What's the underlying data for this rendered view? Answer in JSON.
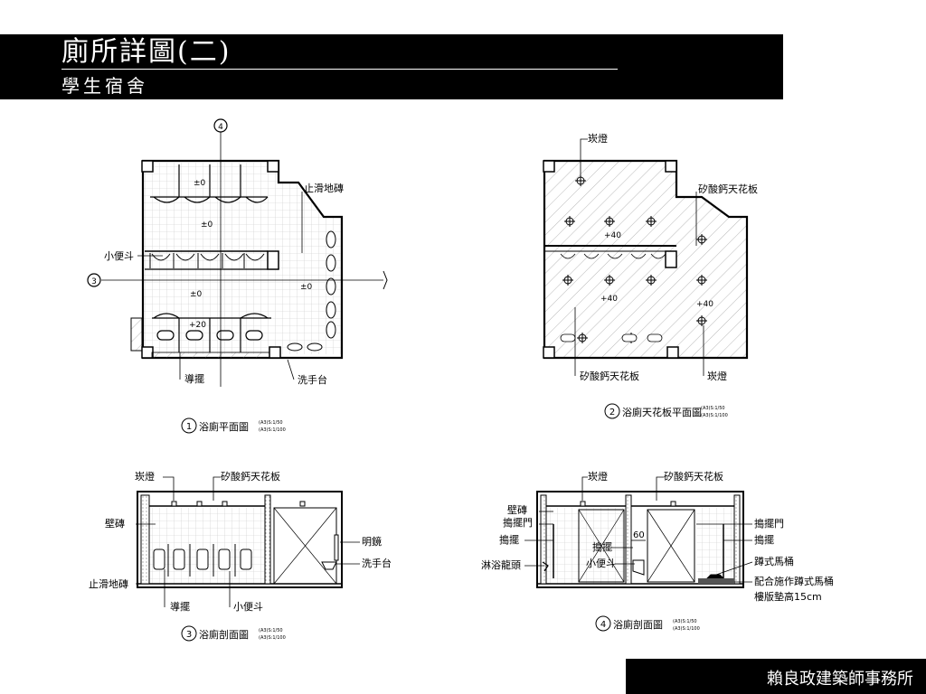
{
  "header": {
    "title": "廁所詳圖(二)",
    "subtitle": "學生宿舍"
  },
  "footer": {
    "firm": "賴良政建築師事務所"
  },
  "plan1": {
    "grid_4": "4",
    "grid_3": "3",
    "label_tile": "止滑地磚",
    "label_urinal": "小便斗",
    "label_partition": "導擺",
    "label_sink": "洗手台",
    "level_a": "±0",
    "level_b": "±0",
    "level_c": "±0",
    "level_d": "±0",
    "level_e": "+20",
    "caption_num": "1",
    "caption": "浴廁平面圖",
    "scale_a3": "(A3)S:1/50",
    "scale_a1": "(A3)S:1/100"
  },
  "plan2": {
    "label_lamp_top": "崁燈",
    "label_ceiling_right": "矽酸鈣天花板",
    "label_ceiling_bottom": "矽酸鈣天花板",
    "label_lamp_bottom": "崁燈",
    "level_a": "+40",
    "level_b": "+40",
    "level_c": "+40",
    "caption_num": "2",
    "caption": "浴廁天花板平面圖",
    "scale_a3": "(A3)S:1/50",
    "scale_a1": "(A3)S:1/100"
  },
  "section3": {
    "label_lamp": "崁燈",
    "label_ceiling": "矽酸鈣天花板",
    "label_wall_tile": "壁磚",
    "label_floor_tile": "止滑地磚",
    "label_partition": "導擺",
    "label_urinal": "小便斗",
    "label_mirror": "明鏡",
    "label_sink": "洗手台",
    "caption_num": "3",
    "caption": "浴廁剖面圖",
    "scale_a3": "(A3)S:1/50",
    "scale_a1": "(A3)S:1/100"
  },
  "section4": {
    "label_lamp": "崁燈",
    "label_ceiling": "矽酸鈣天花板",
    "label_wall_tile": "壁磚",
    "label_door_left": "搗擺門",
    "label_partition_left": "搗擺",
    "label_shower": "淋浴龍頭",
    "label_partition_mid": "搗擺",
    "label_urinal": "小便斗",
    "label_dim": "60",
    "label_door_right": "搗擺門",
    "label_partition_right": "搗擺",
    "label_squat": "蹲式馬桶",
    "label_note_1": "配合施作蹲式馬桶",
    "label_note_2": "樓版墊高15cm",
    "caption_num": "4",
    "caption": "浴廁剖面圖",
    "scale_a3": "(A3)S:1/50",
    "scale_a1": "(A3)S:1/100"
  }
}
